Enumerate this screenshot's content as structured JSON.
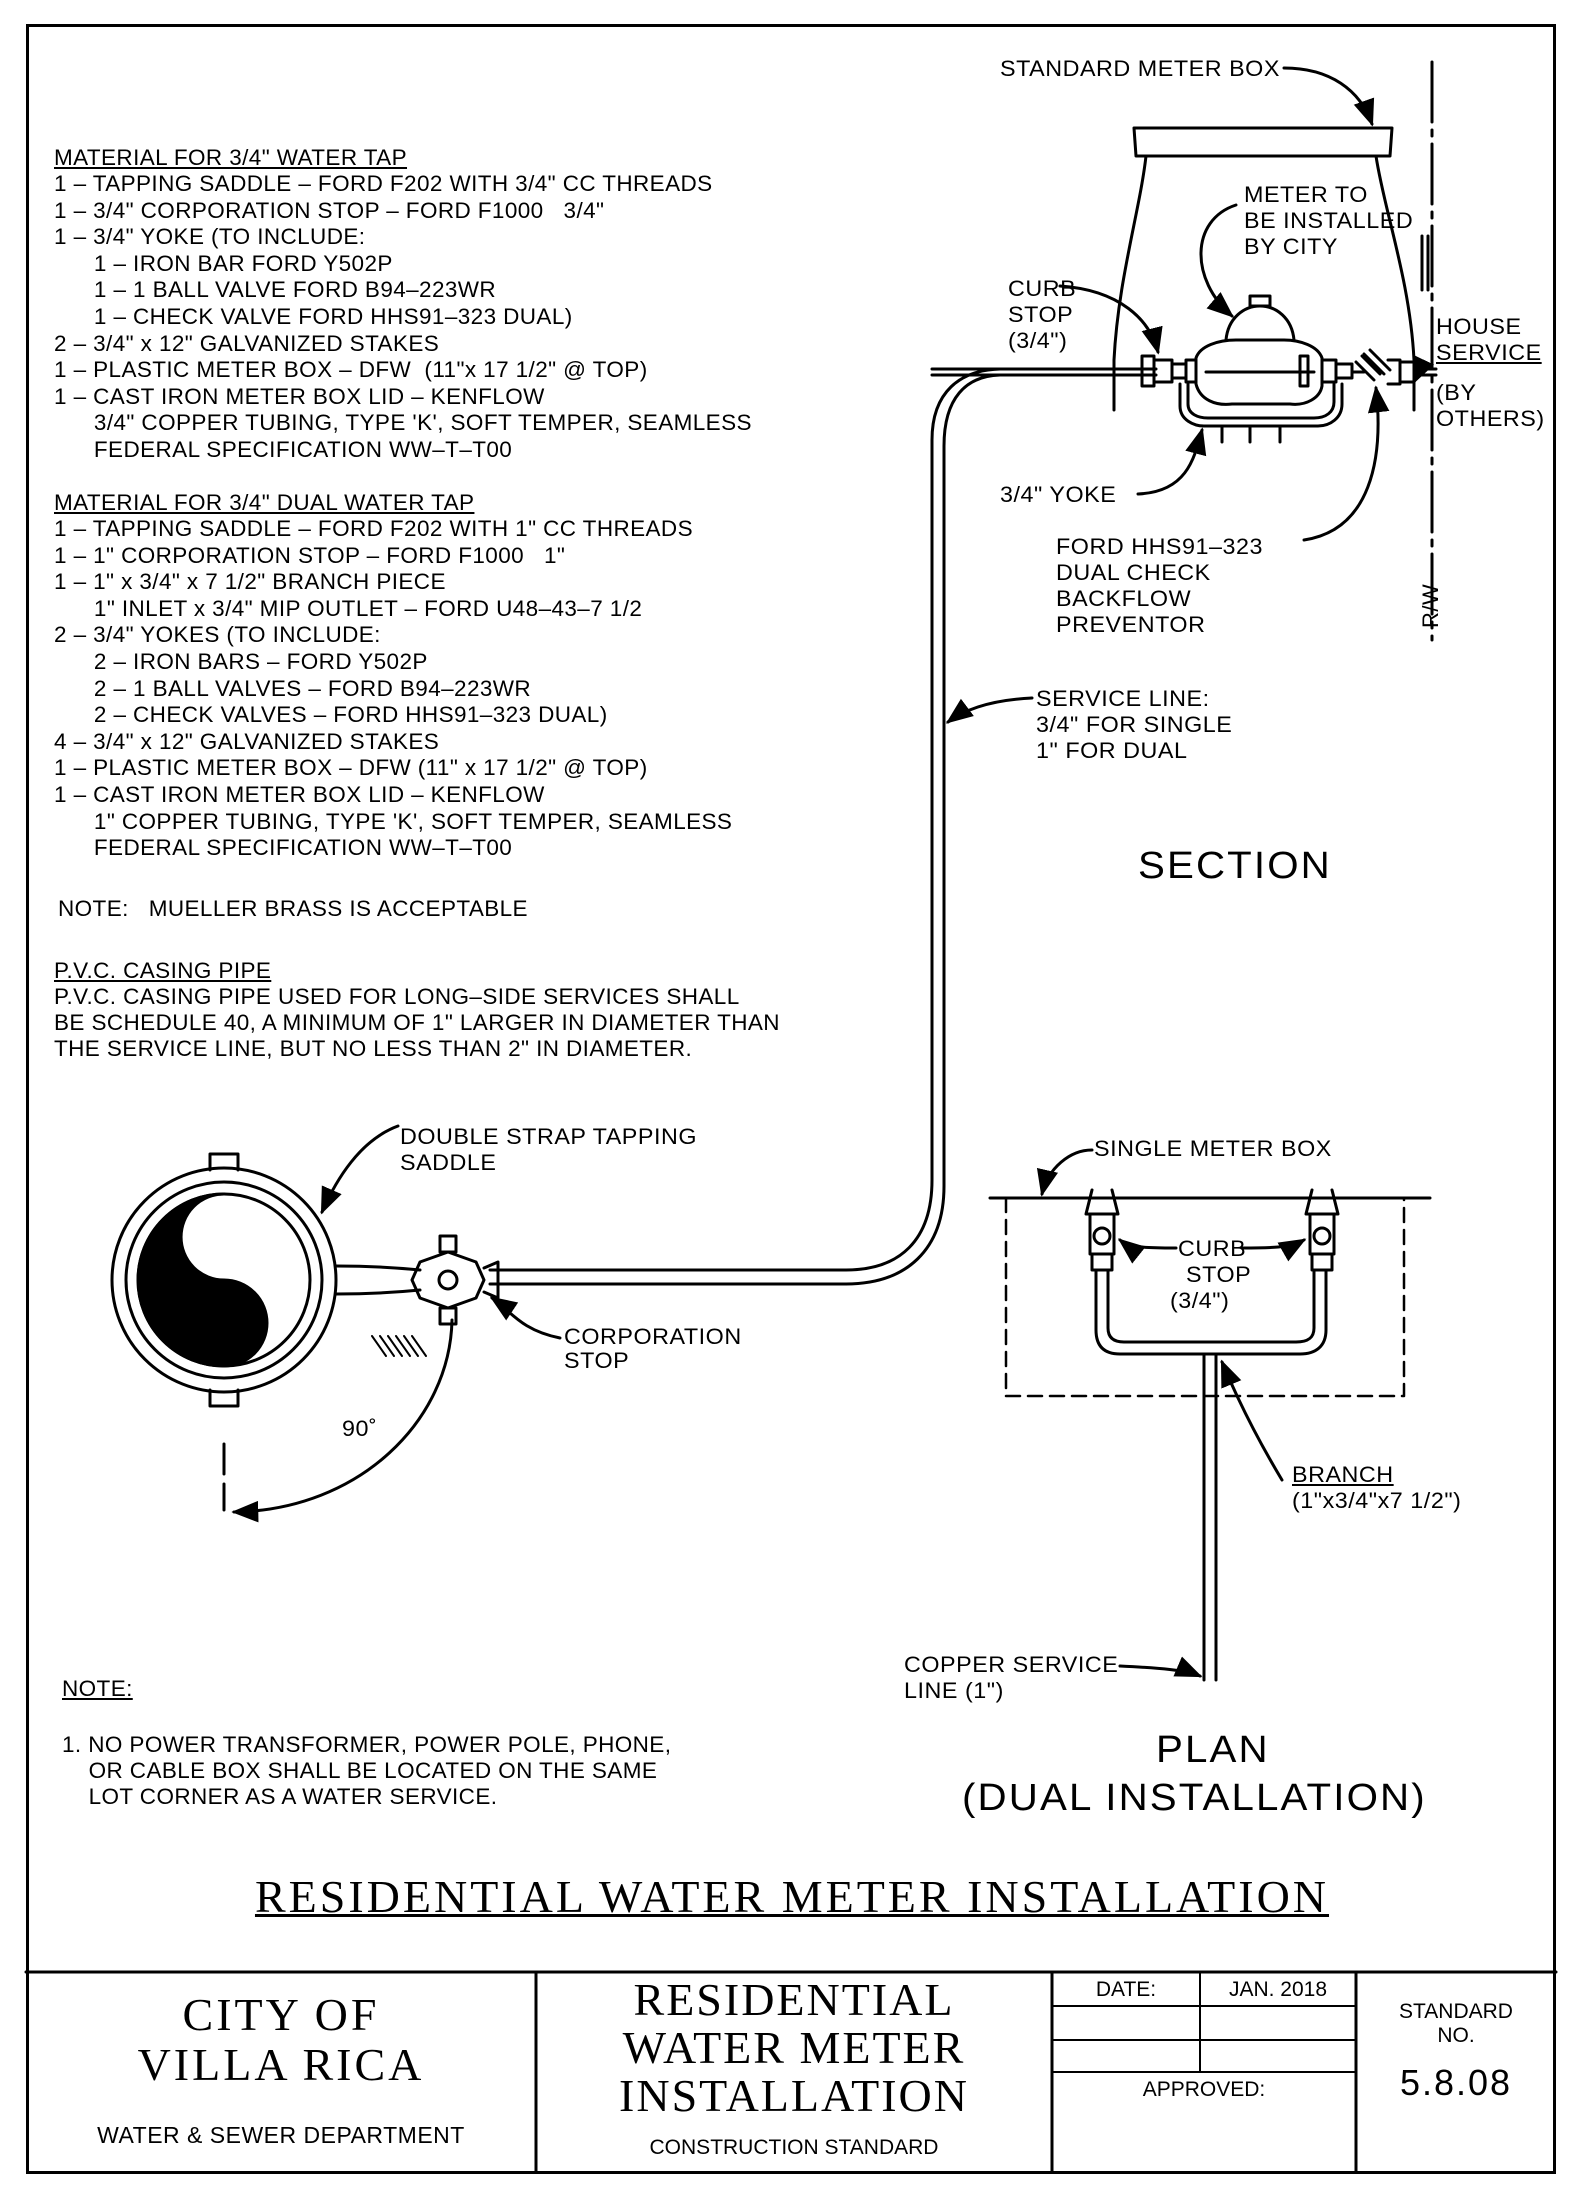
{
  "section_label": "SECTION",
  "plan_label_line1": "PLAN",
  "plan_label_line2": "(DUAL INSTALLATION)",
  "drawing_title": "RESIDENTIAL WATER METER INSTALLATION",
  "material_single": {
    "heading": "MATERIAL FOR 3/4\" WATER TAP",
    "lines": [
      "1 – TAPPING SADDLE – FORD F202 WITH 3/4\" CC THREADS",
      "1 – 3/4\" CORPORATION STOP – FORD F1000   3/4\"",
      "1 – 3/4\" YOKE (TO INCLUDE:",
      "      1 – IRON BAR FORD Y502P",
      "      1 – 1 BALL VALVE FORD B94–223WR",
      "      1 – CHECK VALVE FORD HHS91–323 DUAL)",
      "2 – 3/4\" x 12\" GALVANIZED STAKES",
      "1 – PLASTIC METER BOX – DFW  (11\"x 17 1/2\" @ TOP)",
      "1 – CAST IRON METER BOX LID – KENFLOW",
      "      3/4\" COPPER TUBING, TYPE 'K', SOFT TEMPER, SEAMLESS",
      "      FEDERAL SPECIFICATION WW–T–T00"
    ]
  },
  "material_dual": {
    "heading": "MATERIAL FOR 3/4\" DUAL WATER TAP",
    "lines": [
      "1 – TAPPING SADDLE – FORD F202 WITH 1\" CC THREADS",
      "1 – 1\" CORPORATION STOP – FORD F1000   1\"",
      "1 – 1\" x 3/4\" x 7 1/2\" BRANCH PIECE",
      "      1\" INLET x 3/4\" MIP OUTLET – FORD U48–43–7 1/2",
      "2 – 3/4\" YOKES (TO INCLUDE:",
      "      2 – IRON BARS – FORD Y502P",
      "      2 – 1 BALL VALVES – FORD B94–223WR",
      "      2 – CHECK VALVES – FORD HHS91–323 DUAL)",
      "4 – 3/4\" x 12\" GALVANIZED STAKES",
      "1 – PLASTIC METER BOX – DFW (11\" x 17 1/2\" @ TOP)",
      "1 – CAST IRON METER BOX LID – KENFLOW",
      "      1\" COPPER TUBING, TYPE 'K', SOFT TEMPER, SEAMLESS",
      "      FEDERAL SPECIFICATION WW–T–T00"
    ]
  },
  "note_mueller": "NOTE:   MUELLER BRASS IS ACCEPTABLE",
  "pvc": {
    "heading": "P.V.C. CASING PIPE",
    "lines": [
      "P.V.C. CASING PIPE USED FOR LONG–SIDE SERVICES SHALL",
      "BE SCHEDULE 40, A MINIMUM OF 1\" LARGER IN DIAMETER THAN",
      "THE SERVICE LINE, BUT NO LESS THAN 2\" IN DIAMETER."
    ]
  },
  "note_bottom": {
    "heading": "NOTE:",
    "lines": [
      "1. NO POWER TRANSFORMER, POWER POLE, PHONE,",
      "    OR CABLE BOX SHALL BE LOCATED ON THE SAME",
      "    LOT CORNER AS A WATER SERVICE."
    ]
  },
  "callouts": {
    "standard_meter_box": "STANDARD METER BOX",
    "meter_to_be_installed": [
      "METER TO",
      "BE INSTALLED",
      "BY CITY"
    ],
    "curb_stop_section": [
      "CURB",
      "STOP",
      "(3/4\")"
    ],
    "house_service": [
      "HOUSE",
      "SERVICE",
      "(BY",
      "OTHERS)"
    ],
    "yoke": "3/4\" YOKE",
    "backflow": [
      "FORD HHS91–323",
      "DUAL CHECK",
      "BACKFLOW",
      "PREVENTOR"
    ],
    "rw": "R/W",
    "service_line": [
      "SERVICE LINE:",
      "3/4\" FOR SINGLE",
      "1\" FOR DUAL"
    ],
    "tapping_saddle": [
      "DOUBLE STRAP TAPPING",
      "SADDLE"
    ],
    "corporation_stop": [
      "CORPORATION",
      "STOP"
    ],
    "angle": "90˚",
    "single_meter_box": "SINGLE METER BOX",
    "curb_stop_plan": [
      "CURB",
      "STOP",
      "(3/4\")"
    ],
    "branch": [
      "BRANCH",
      "(1\"x3/4\"x7 1/2\")"
    ],
    "copper_service": [
      "COPPER SERVICE",
      "LINE (1\")"
    ]
  },
  "title_block": {
    "city_line1": "CITY OF",
    "city_line2": "VILLA RICA",
    "department": "WATER & SEWER DEPARTMENT",
    "title_line1": "RESIDENTIAL",
    "title_line2": "WATER METER",
    "title_line3": "INSTALLATION",
    "subtitle": "CONSTRUCTION STANDARD",
    "date_label": "DATE:",
    "date_value": "JAN. 2018",
    "approved_label": "APPROVED:",
    "standard_label_line1": "STANDARD",
    "standard_label_line2": "NO.",
    "standard_number": "5.8.08"
  }
}
